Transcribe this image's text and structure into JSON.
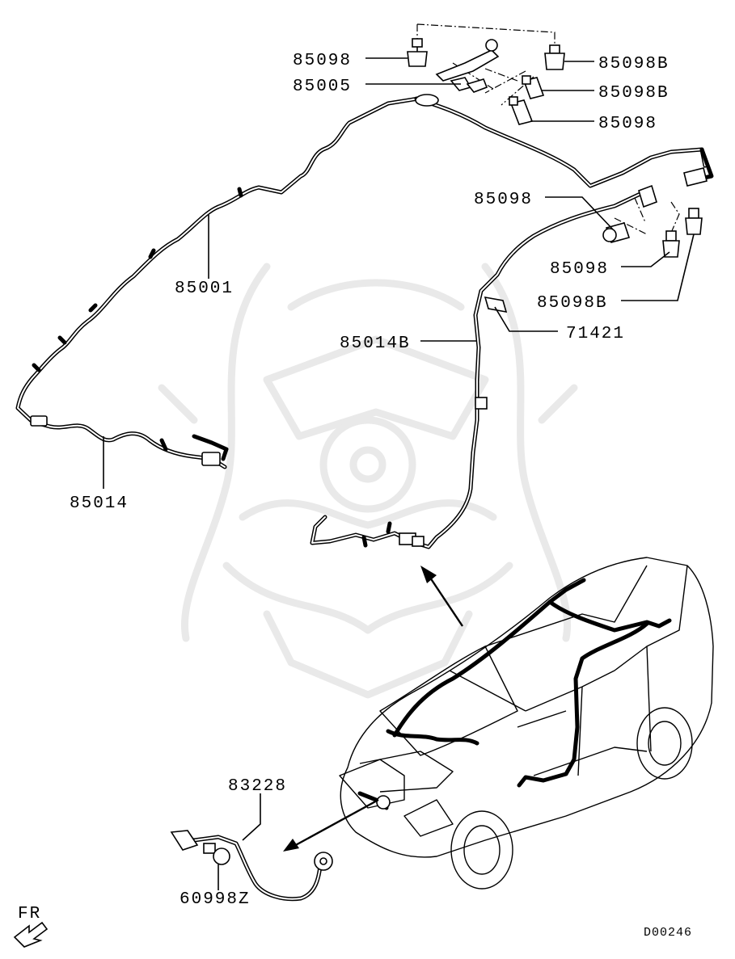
{
  "callouts": {
    "c85098_tl": "85098",
    "c85005": "85005",
    "c85098B_tr": "85098B",
    "c85098B_mid": "85098B",
    "c85098_r": "85098",
    "c85098_rm": "85098",
    "c85098_rl": "85098",
    "c85098B_rl": "85098B",
    "c71421": "71421",
    "c85014B": "85014B",
    "c85001": "85001",
    "c85014": "85014",
    "c83228": "83228",
    "c60998Z": "60998Z"
  },
  "direction_label": "FR",
  "diagram_code": "D00246"
}
